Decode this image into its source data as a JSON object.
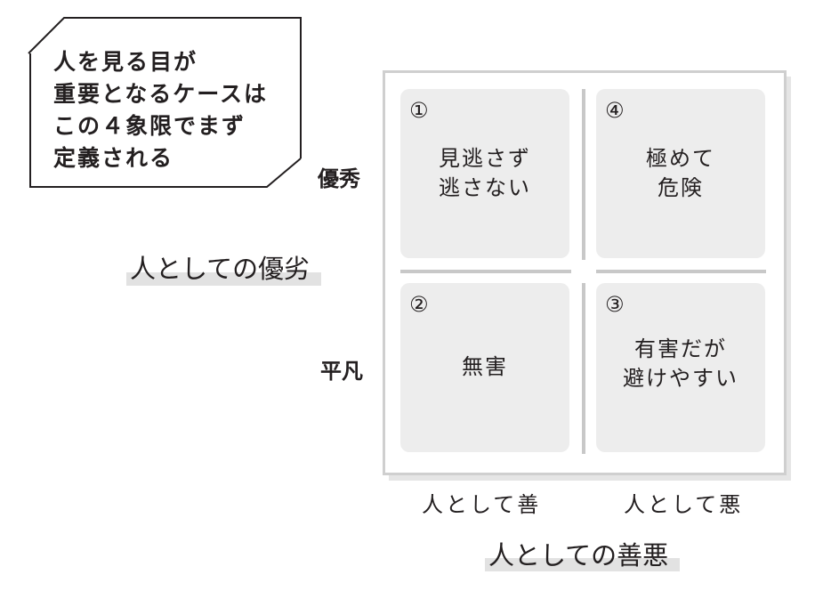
{
  "callout": {
    "lines": [
      "人を見る目が",
      "重要となるケースは",
      "この４象限でまず",
      "定義される"
    ]
  },
  "axes": {
    "y_title": "人としての優劣",
    "x_title": "人としての善悪",
    "y_top": "優秀",
    "y_bottom": "平凡",
    "x_left": "人として善",
    "x_right": "人として悪"
  },
  "quadrants": [
    {
      "number": "①",
      "lines": [
        "見逃さず",
        "逃さない"
      ]
    },
    {
      "number": "④",
      "lines": [
        "極めて",
        "危険"
      ]
    },
    {
      "number": "②",
      "lines": [
        "無害"
      ]
    },
    {
      "number": "③",
      "lines": [
        "有害だが",
        "避けやすい"
      ]
    }
  ],
  "colors": {
    "text": "#231f20",
    "cell_fill": "#ededed",
    "frame": "#cfcfcf",
    "highlight": "#e2e2e2"
  }
}
